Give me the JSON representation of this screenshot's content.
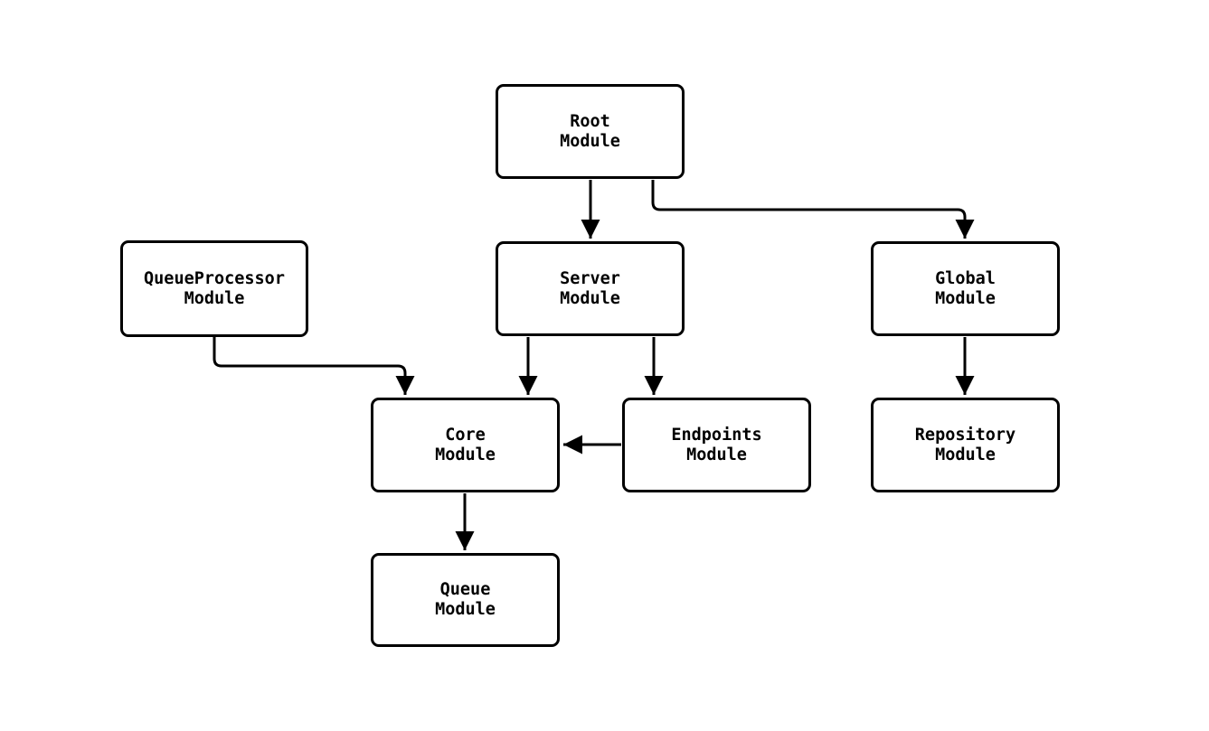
{
  "diagram": {
    "type": "module-dependency-graph",
    "background_color": "#ffffff",
    "node_fill_color": "#ffffff",
    "node_border_color": "#000000",
    "edge_color": "#000000",
    "text_color": "#000000",
    "nodes": {
      "root": {
        "label": "Root\nModule"
      },
      "queueprocessor": {
        "label": "QueueProcessor\nModule"
      },
      "server": {
        "label": "Server\nModule"
      },
      "global": {
        "label": "Global\nModule"
      },
      "core": {
        "label": "Core\nModule"
      },
      "endpoints": {
        "label": "Endpoints\nModule"
      },
      "repository": {
        "label": "Repository\nModule"
      },
      "queue": {
        "label": "Queue\nModule"
      }
    },
    "edges": [
      {
        "from": "Root Module",
        "to": "Server Module"
      },
      {
        "from": "Root Module",
        "to": "Global Module"
      },
      {
        "from": "QueueProcessor Module",
        "to": "Core Module"
      },
      {
        "from": "Server Module",
        "to": "Core Module"
      },
      {
        "from": "Server Module",
        "to": "Endpoints Module"
      },
      {
        "from": "Endpoints Module",
        "to": "Core Module"
      },
      {
        "from": "Global Module",
        "to": "Repository Module"
      },
      {
        "from": "Core Module",
        "to": "Queue Module"
      }
    ]
  }
}
